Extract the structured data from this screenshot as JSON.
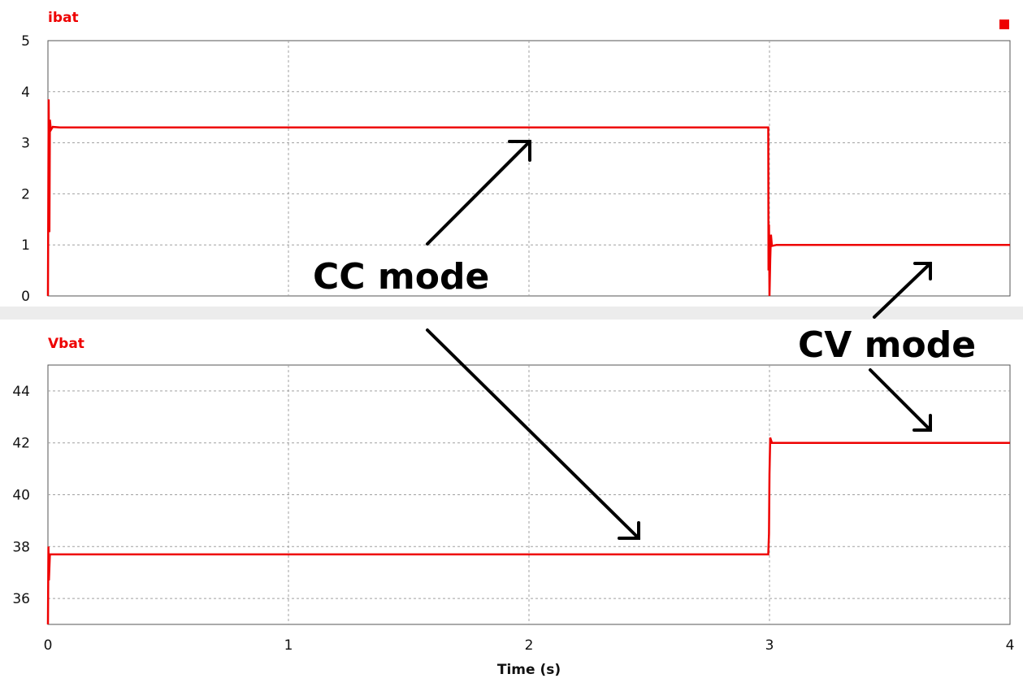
{
  "chart_data": [
    {
      "type": "line",
      "title": "ibat",
      "xlim": [
        0,
        4
      ],
      "ylim": [
        0,
        5
      ],
      "yticks": [
        0,
        1,
        2,
        3,
        4,
        5
      ],
      "grid": true,
      "series": [
        {
          "name": "ibat",
          "color": "#ee0000",
          "x": [
            0,
            0.003,
            0.006,
            0.008,
            0.012,
            0.02,
            0.05,
            1,
            2,
            2.995,
            2.996,
            2.998,
            3.0,
            3.003,
            3.006,
            3.01,
            3.03,
            3.5,
            4.0
          ],
          "y": [
            0,
            3.85,
            1.25,
            3.45,
            3.25,
            3.31,
            3.3,
            3.3,
            3.3,
            3.3,
            0.5,
            1.4,
            0,
            0.7,
            1.2,
            0.98,
            1.0,
            1.0,
            1.0
          ]
        }
      ]
    },
    {
      "type": "line",
      "title": "Vbat",
      "xlabel": "Time (s)",
      "xlim": [
        0,
        4
      ],
      "ylim": [
        35,
        45
      ],
      "yticks": [
        36,
        38,
        40,
        42,
        44
      ],
      "xticks": [
        0,
        1,
        2,
        3,
        4
      ],
      "grid": true,
      "series": [
        {
          "name": "Vbat",
          "color": "#ee0000",
          "x": [
            0,
            0.002,
            0.004,
            0.008,
            0.02,
            1,
            2,
            2.995,
            2.998,
            3.0,
            3.003,
            3.01,
            3.5,
            4.0
          ],
          "y": [
            35,
            38.0,
            36.7,
            37.7,
            37.7,
            37.7,
            37.7,
            37.7,
            38.5,
            40.8,
            42.2,
            42.0,
            42.0,
            42.0
          ]
        }
      ]
    }
  ],
  "annotations": {
    "cc_mode": "CC mode",
    "cv_mode": "CV mode"
  },
  "legend_marker_color": "#ee0000",
  "arrow_color": "#000000",
  "grid_color": "#a0a0a0"
}
